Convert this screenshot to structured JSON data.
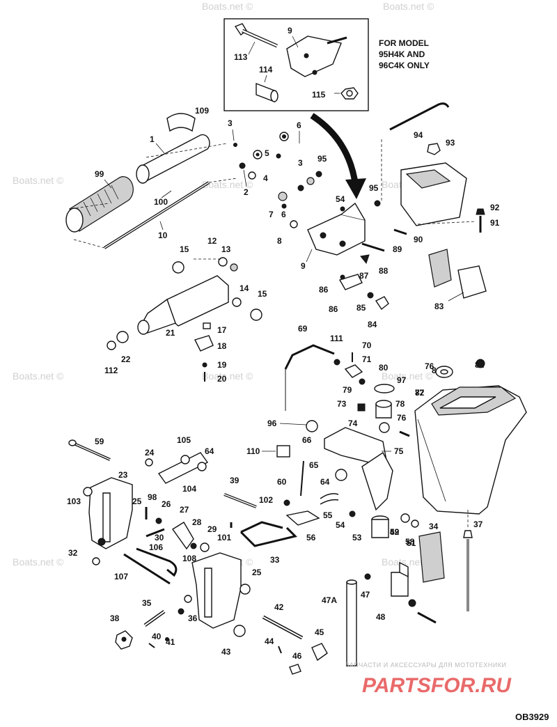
{
  "inset_note": [
    "FOR MODEL",
    "95H4K AND",
    "96C4K ONLY"
  ],
  "diagram_code": "OB3929",
  "footer_site": {
    "tagline": "ЗАПЧАСТИ И АКСЕССУАРЫ ДЛЯ МОТОТЕХНИКИ",
    "logo": "PARTSFOR.RU"
  },
  "watermark": "Boats.net ©",
  "callouts": [
    "113",
    "9",
    "114",
    "115",
    "109",
    "1",
    "99",
    "100",
    "10",
    "3",
    "6",
    "5",
    "2",
    "4",
    "95",
    "3",
    "7",
    "6",
    "8",
    "54",
    "9",
    "95",
    "94",
    "93",
    "92",
    "91",
    "90",
    "89",
    "88",
    "87",
    "86",
    "86",
    "85",
    "84",
    "83",
    "15",
    "12",
    "13",
    "14",
    "15",
    "21",
    "17",
    "18",
    "19",
    "20",
    "22",
    "112",
    "69",
    "111",
    "70",
    "71",
    "80",
    "79",
    "97",
    "73",
    "78",
    "77",
    "81",
    "82",
    "76",
    "74",
    "96",
    "66",
    "75",
    "110",
    "65",
    "64",
    "60",
    "59",
    "24",
    "105",
    "64",
    "104",
    "103",
    "23",
    "25",
    "98",
    "26",
    "27",
    "28",
    "29",
    "30",
    "106",
    "108",
    "32",
    "107",
    "101",
    "25",
    "39",
    "102",
    "55",
    "56",
    "54",
    "53",
    "52",
    "51",
    "50",
    "49",
    "58",
    "34",
    "37",
    "33",
    "35",
    "36",
    "38",
    "40",
    "41",
    "43",
    "42",
    "44",
    "45",
    "46",
    "47A",
    "47",
    "48"
  ]
}
